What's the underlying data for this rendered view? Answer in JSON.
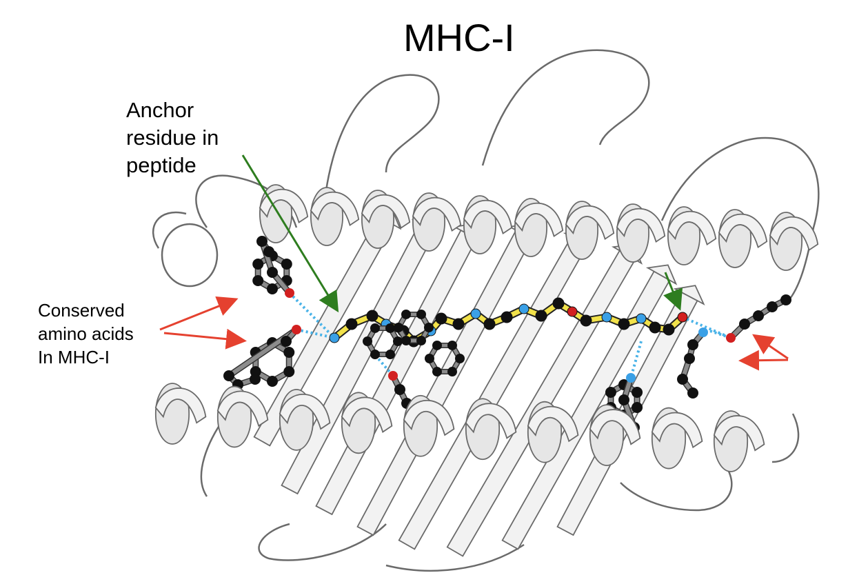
{
  "title": "MHC-I",
  "labels": {
    "anchor": [
      "Anchor",
      "residue in",
      "peptide"
    ],
    "conserved": [
      "Conserved",
      "amino acids",
      "In MHC-I"
    ]
  },
  "colors": {
    "ribbon_fill": "#f2f2f2",
    "ribbon_edge": "#6a6a6a",
    "peptide_bond": "#f2e24a",
    "side_chain_bond": "#8c8c8c",
    "carbon": "#111111",
    "nitrogen": "#3aa0e6",
    "oxygen": "#d22020",
    "hbond": "#4ab3e8",
    "anchor_arrow": "#2e7d1f",
    "conserved_arrow": "#e5412f"
  }
}
